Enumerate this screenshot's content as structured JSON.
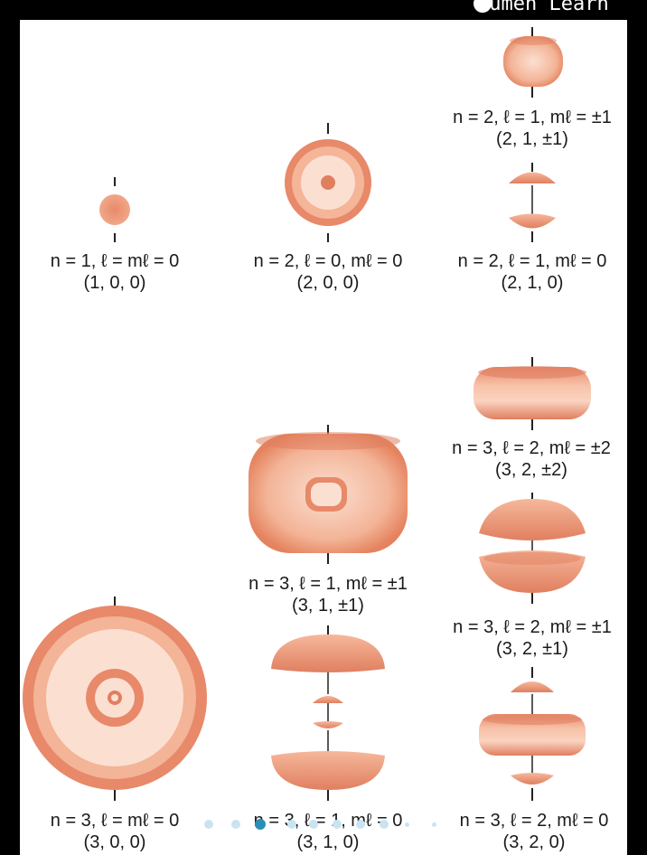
{
  "topbar": {
    "text": "Lumen Learn",
    "icon": "circle-icon"
  },
  "colors": {
    "orbital_dark": "#e8896a",
    "orbital_light": "#fbe0d2",
    "axis": "#222222"
  },
  "orbitals": [
    {
      "id": "1-0-0",
      "quantum": "n = 1, ℓ = mℓ = 0",
      "coords": "(1, 0, 0)"
    },
    {
      "id": "2-0-0",
      "quantum": "n = 2, ℓ = 0, mℓ = 0",
      "coords": "(2, 0, 0)"
    },
    {
      "id": "2-1-pm1",
      "quantum": "n = 2, ℓ = 1, mℓ = ±1",
      "coords": "(2, 1, ±1)"
    },
    {
      "id": "2-1-0",
      "quantum": "n = 2, ℓ = 1, mℓ = 0",
      "coords": "(2, 1, 0)"
    },
    {
      "id": "3-2-pm2",
      "quantum": "n = 3, ℓ = 2, mℓ = ±2",
      "coords": "(3, 2, ±2)"
    },
    {
      "id": "3-1-pm1",
      "quantum": "n = 3, ℓ = 1, mℓ = ±1",
      "coords": "(3, 1, ±1)"
    },
    {
      "id": "3-2-pm1",
      "quantum": "n = 3, ℓ = 2, mℓ = ±1",
      "coords": "(3, 2, ±1)"
    },
    {
      "id": "3-0-0",
      "quantum": "n = 3, ℓ = mℓ = 0",
      "coords": "(3, 0, 0)"
    },
    {
      "id": "3-1-0",
      "quantum": "n = 3, ℓ = 1, mℓ = 0",
      "coords": "(3, 1, 0)"
    },
    {
      "id": "3-2-0",
      "quantum": "n = 3, ℓ = 2, mℓ = 0",
      "coords": "(3, 2, 0)"
    }
  ]
}
